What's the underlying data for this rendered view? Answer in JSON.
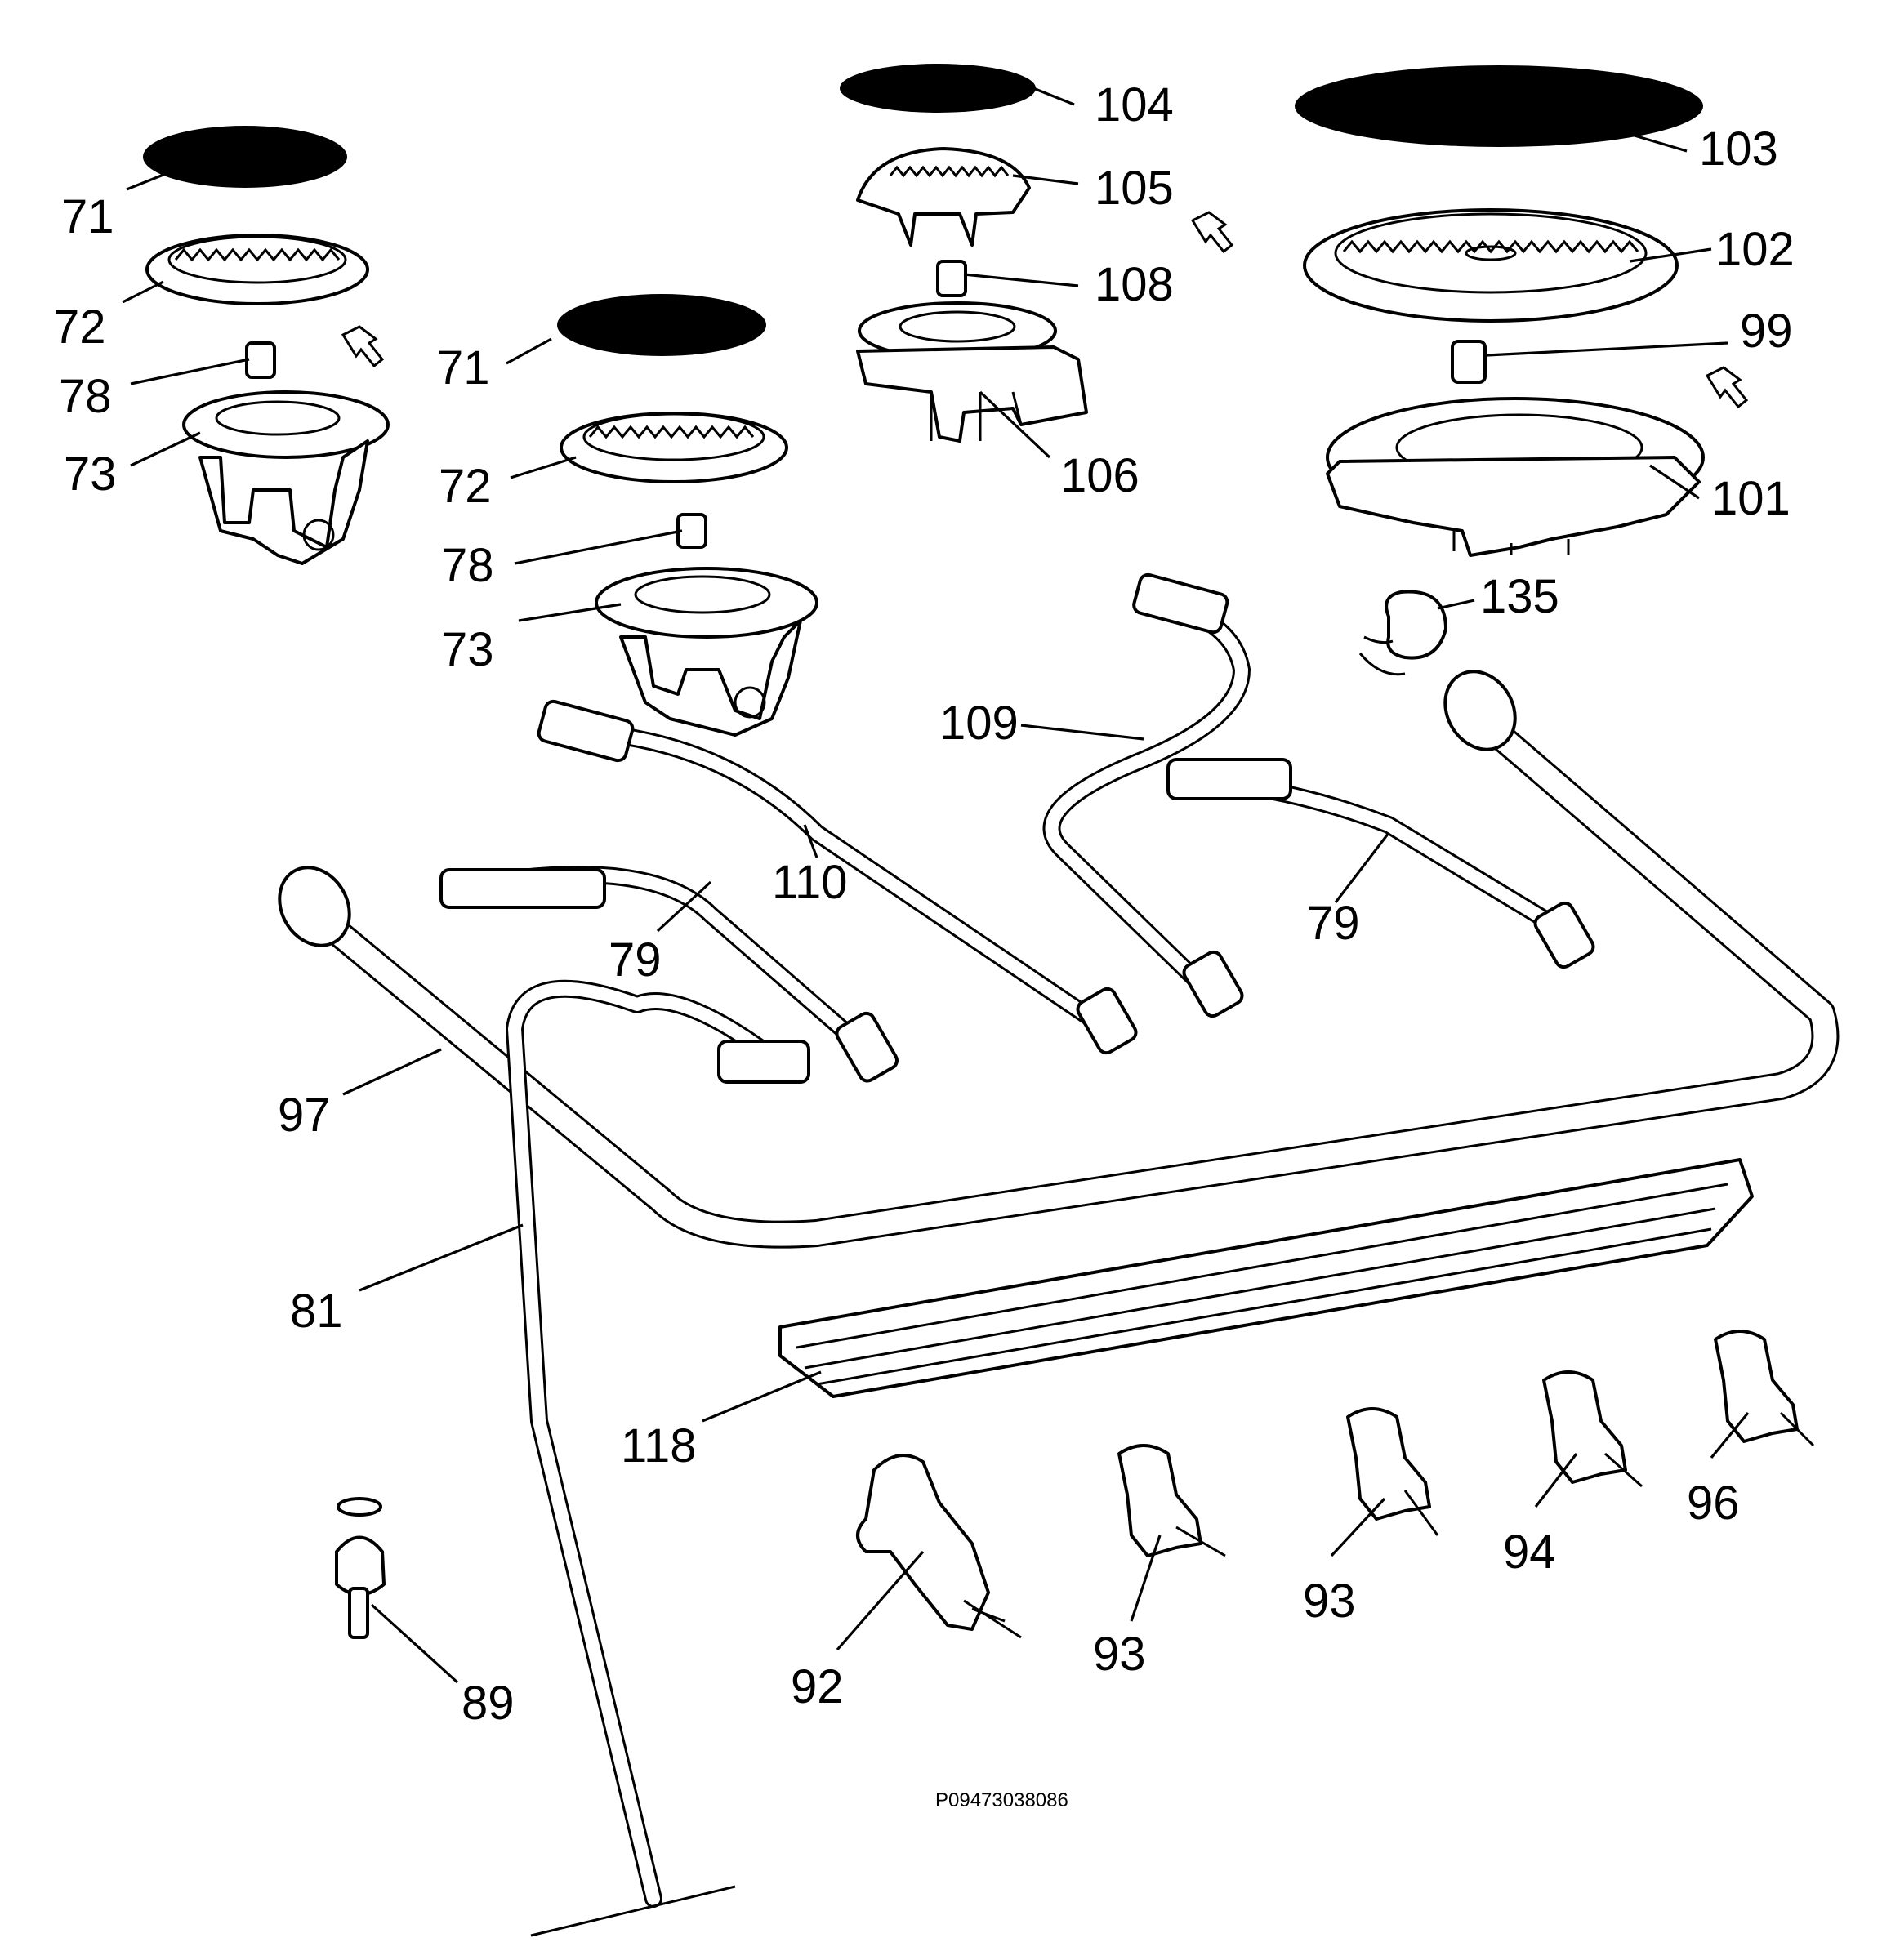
{
  "diagram": {
    "reference_code": "P09473038086",
    "callouts": [
      {
        "id": "c71a",
        "text": "71"
      },
      {
        "id": "c72a",
        "text": "72"
      },
      {
        "id": "c78a",
        "text": "78"
      },
      {
        "id": "c73a",
        "text": "73"
      },
      {
        "id": "c71b",
        "text": "71"
      },
      {
        "id": "c72b",
        "text": "72"
      },
      {
        "id": "c78b",
        "text": "78"
      },
      {
        "id": "c73b",
        "text": "73"
      },
      {
        "id": "c104",
        "text": "104"
      },
      {
        "id": "c105",
        "text": "105"
      },
      {
        "id": "c108",
        "text": "108"
      },
      {
        "id": "c106",
        "text": "106"
      },
      {
        "id": "c103",
        "text": "103"
      },
      {
        "id": "c102",
        "text": "102"
      },
      {
        "id": "c99",
        "text": "99"
      },
      {
        "id": "c101",
        "text": "101"
      },
      {
        "id": "c135",
        "text": "135"
      },
      {
        "id": "c109",
        "text": "109"
      },
      {
        "id": "c110",
        "text": "110"
      },
      {
        "id": "c79a",
        "text": "79"
      },
      {
        "id": "c79b",
        "text": "79"
      },
      {
        "id": "c97",
        "text": "97"
      },
      {
        "id": "c81",
        "text": "81"
      },
      {
        "id": "c118",
        "text": "118"
      },
      {
        "id": "c89",
        "text": "89"
      },
      {
        "id": "c92",
        "text": "92"
      },
      {
        "id": "c93a",
        "text": "93"
      },
      {
        "id": "c93b",
        "text": "93"
      },
      {
        "id": "c94",
        "text": "94"
      },
      {
        "id": "c96",
        "text": "96"
      }
    ]
  }
}
